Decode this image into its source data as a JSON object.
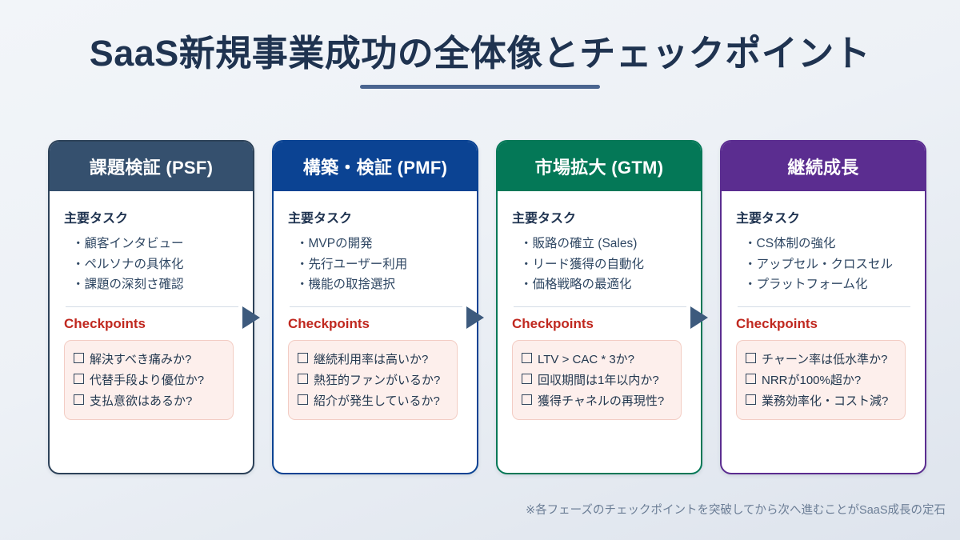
{
  "title": {
    "text": "SaaS新規事業成功の全体像とチェックポイント"
  },
  "section_labels": {
    "tasks": "主要タスク",
    "checkpoints": "Checkpoints"
  },
  "colors": {
    "phase1": "#35506E",
    "phase2": "#0B4393",
    "phase3": "#047857",
    "phase4": "#5B2D90",
    "checkpoints_red": "#C0281F",
    "title": "#1F3350",
    "underline": "#4A6590",
    "arrow": "#3D5A7D",
    "checkpoint_box_bg": "#FDEFEC",
    "checkpoint_box_border": "#F3CDC4",
    "background_top": "#F2F5F9",
    "background_bottom": "#DEE4ED"
  },
  "phases": [
    {
      "header": "課題検証 (PSF)",
      "tasks_label": "主要タスク",
      "tasks": [
        "・顧客インタビュー",
        "・ペルソナの具体化",
        "・課題の深刻さ確認"
      ],
      "checkpoints_label": "Checkpoints",
      "checkpoints": [
        "解決すべき痛みか?",
        "代替手段より優位か?",
        "支払意欲はあるか?"
      ]
    },
    {
      "header": "構築・検証 (PMF)",
      "tasks_label": "主要タスク",
      "tasks": [
        "・MVPの開発",
        "・先行ユーザー利用",
        "・機能の取捨選択"
      ],
      "checkpoints_label": "Checkpoints",
      "checkpoints": [
        "継続利用率は高いか?",
        "熱狂的ファンがいるか?",
        "紹介が発生しているか?"
      ]
    },
    {
      "header": "市場拡大 (GTM)",
      "tasks_label": "主要タスク",
      "tasks": [
        "・販路の確立 (Sales)",
        "・リード獲得の自動化",
        "・価格戦略の最適化"
      ],
      "checkpoints_label": "Checkpoints",
      "checkpoints": [
        "LTV > CAC * 3か?",
        "回収期間は1年以内か?",
        "獲得チャネルの再現性?"
      ]
    },
    {
      "header": "継続成長",
      "tasks_label": "主要タスク",
      "tasks": [
        "・CS体制の強化",
        "・アップセル・クロスセル",
        "・プラットフォーム化"
      ],
      "checkpoints_label": "Checkpoints",
      "checkpoints": [
        "チャーン率は低水準か?",
        "NRRが100%超か?",
        "業務効率化・コスト減?"
      ]
    }
  ],
  "footer": {
    "note": "※各フェーズのチェックポイントを突破してから次へ進むことがSaaS成長の定石"
  }
}
